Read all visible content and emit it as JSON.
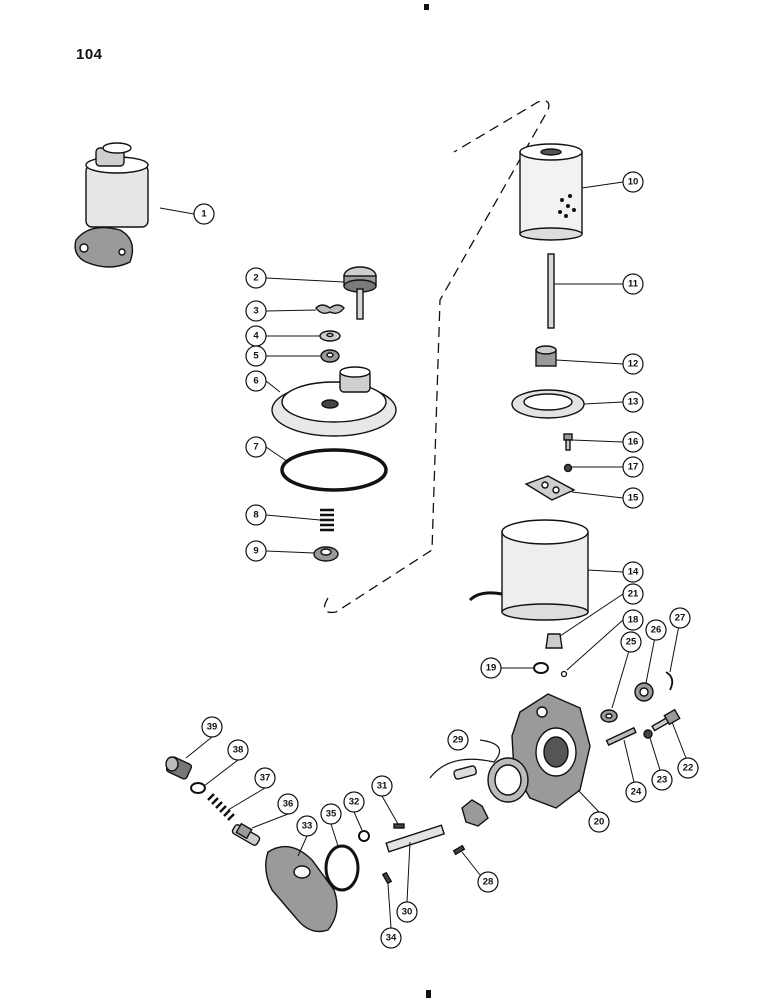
{
  "page": {
    "number": "104"
  },
  "colors": {
    "ink": "#111111",
    "paper": "#ffffff",
    "shade": "#9a9a9a",
    "light": "#d8d8d8"
  },
  "callouts": [
    {
      "num": "1",
      "part": "filter-assembly"
    },
    {
      "num": "2",
      "part": "knob"
    },
    {
      "num": "3",
      "part": "wing-nut"
    },
    {
      "num": "4",
      "part": "washer"
    },
    {
      "num": "5",
      "part": "washer"
    },
    {
      "num": "6",
      "part": "cover"
    },
    {
      "num": "7",
      "part": "o-ring"
    },
    {
      "num": "8",
      "part": "spring"
    },
    {
      "num": "9",
      "part": "seal"
    },
    {
      "num": "10",
      "part": "filter-element"
    },
    {
      "num": "11",
      "part": "stud"
    },
    {
      "num": "12",
      "part": "nut"
    },
    {
      "num": "13",
      "part": "plate"
    },
    {
      "num": "14",
      "part": "reservoir"
    },
    {
      "num": "15",
      "part": "gasket"
    },
    {
      "num": "16",
      "part": "screw"
    },
    {
      "num": "17",
      "part": "lock-washer"
    },
    {
      "num": "18",
      "part": "o-ring"
    },
    {
      "num": "19",
      "part": "o-ring"
    },
    {
      "num": "20",
      "part": "pump-body"
    },
    {
      "num": "21",
      "part": "fitting"
    },
    {
      "num": "22",
      "part": "bolt"
    },
    {
      "num": "23",
      "part": "lock-washer"
    },
    {
      "num": "24",
      "part": "stud"
    },
    {
      "num": "25",
      "part": "nut"
    },
    {
      "num": "26",
      "part": "bushing"
    },
    {
      "num": "27",
      "part": "clip"
    },
    {
      "num": "28",
      "part": "pin"
    },
    {
      "num": "29",
      "part": "rotor-set"
    },
    {
      "num": "30",
      "part": "shaft"
    },
    {
      "num": "31",
      "part": "pin"
    },
    {
      "num": "32",
      "part": "ring"
    },
    {
      "num": "33",
      "part": "cover"
    },
    {
      "num": "34",
      "part": "pin"
    },
    {
      "num": "35",
      "part": "o-ring"
    },
    {
      "num": "36",
      "part": "valve"
    },
    {
      "num": "37",
      "part": "spring"
    },
    {
      "num": "38",
      "part": "o-ring"
    },
    {
      "num": "39",
      "part": "plug"
    }
  ]
}
